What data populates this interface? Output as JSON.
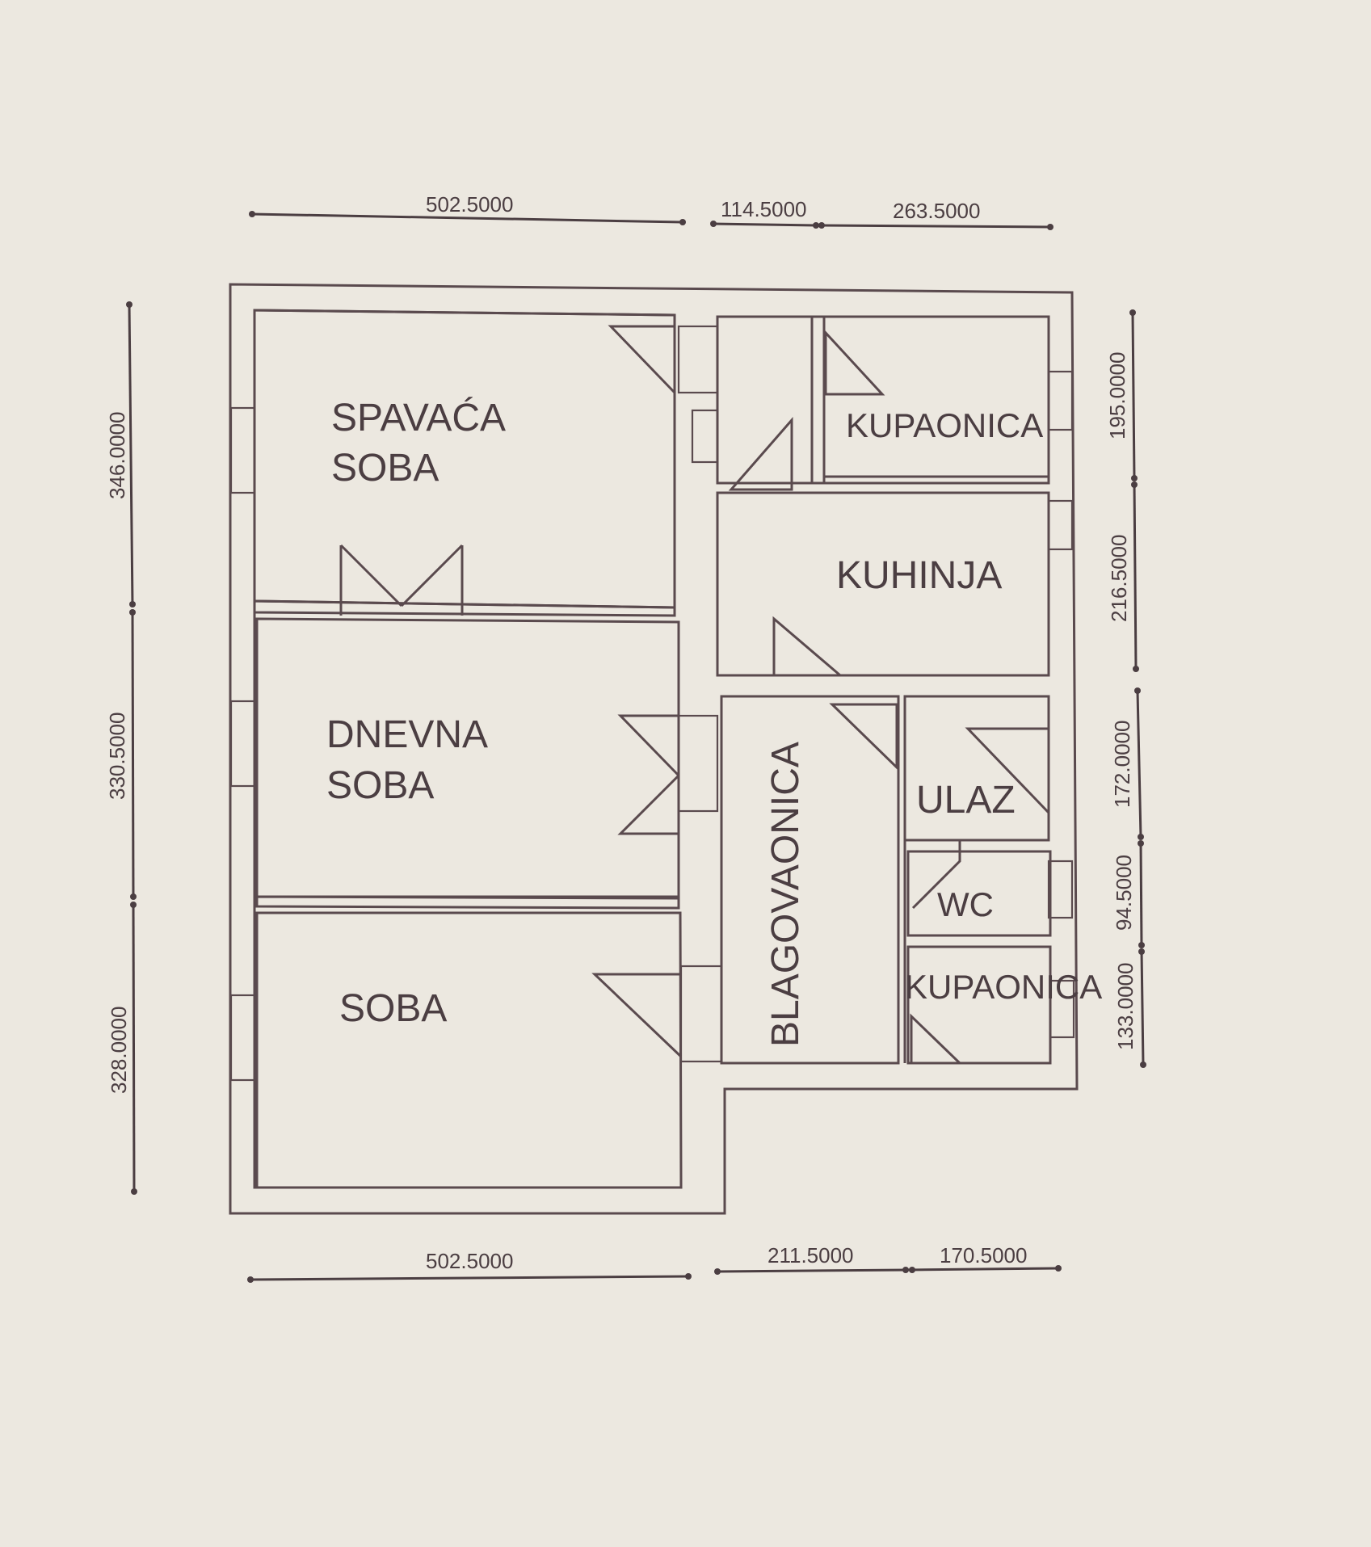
{
  "rooms": {
    "spavaca_line1": "SPAVAĆA",
    "spavaca_line2": "SOBA",
    "dnevna_line1": "DNEVNA",
    "dnevna_line2": "SOBA",
    "soba": "SOBA",
    "kupaonica_top": "KUPAONICA",
    "kuhinja": "KUHINJA",
    "blagovaonica": "BLAGOVAONICA",
    "ulaz": "ULAZ",
    "wc": "WC",
    "kupaonica_bottom": "KUPAONICA"
  },
  "dimensions": {
    "top": [
      "502.5000",
      "114.5000",
      "263.5000"
    ],
    "bottom": [
      "502.5000",
      "211.5000",
      "170.5000"
    ],
    "left": [
      "346.0000",
      "330.5000",
      "328.0000"
    ],
    "right": [
      "195.0000",
      "216.5000",
      "172.0000",
      "94.5000",
      "133.0000"
    ]
  },
  "colors": {
    "paper": "#ece8e0",
    "ink": "#5a4a4e"
  }
}
